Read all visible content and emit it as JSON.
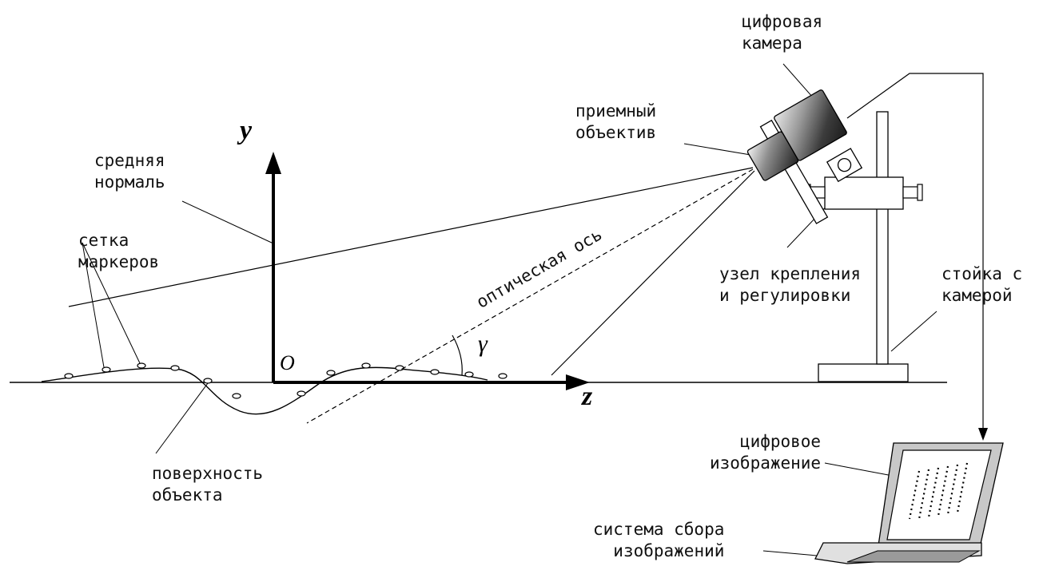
{
  "labels": {
    "camera": [
      "цифровая",
      "камера"
    ],
    "lens": [
      "приемный",
      "объектив"
    ],
    "mean_normal": [
      "средняя",
      "нормаль"
    ],
    "marker_grid": [
      "сетка",
      "маркеров"
    ],
    "optical_axis": "оптическая ось",
    "mount": [
      "узел крепления",
      "и регулировки"
    ],
    "stand": [
      "стойка с",
      "камерой"
    ],
    "surface": [
      "поверхность",
      "объекта"
    ],
    "digital_image": [
      "цифровое",
      "изображение"
    ],
    "acquisition_system": [
      "система сбора",
      "изображений"
    ]
  },
  "axes": {
    "y": "y",
    "z": "z",
    "origin": "O",
    "angle": "γ"
  }
}
